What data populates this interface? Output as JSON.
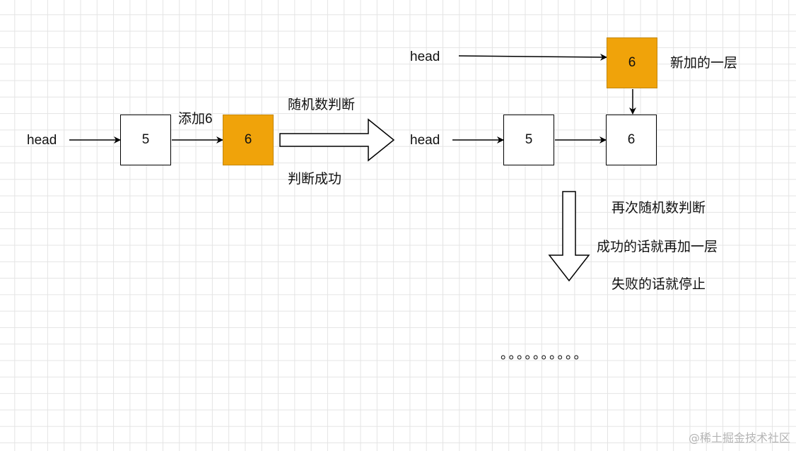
{
  "left_list": {
    "head_label": "head",
    "node1_value": "5",
    "node2_value": "6",
    "add_label": "添加6"
  },
  "transition": {
    "top_label": "随机数判断",
    "bottom_label": "判断成功"
  },
  "right_list": {
    "top_head_label": "head",
    "top_node_value": "6",
    "new_level_label": "新加的一层",
    "bottom_head_label": "head",
    "node1_value": "5",
    "node2_value": "6"
  },
  "next_step": {
    "line1": "再次随机数判断",
    "line2": "成功的话就再加一层",
    "line3": "失败的话就停止"
  },
  "ellipsis": "。。。。。。。。。。",
  "watermark": "@稀土掘金技术社区",
  "colors": {
    "highlight_fill": "#f0a30a",
    "highlight_border": "#c2860a",
    "grid": "#e4e4e4"
  }
}
